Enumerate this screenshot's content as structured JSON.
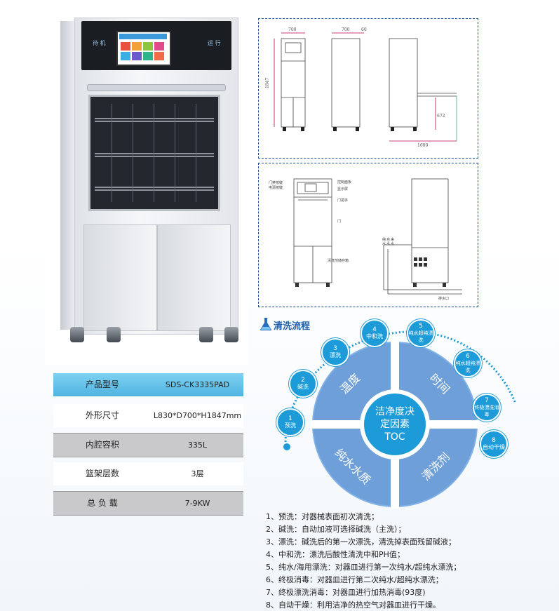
{
  "product": {
    "panel_left": "待 机",
    "panel_right": "运 行"
  },
  "specs": [
    {
      "label": "产品型号",
      "value": "SDS-CK3335PAD"
    },
    {
      "label": "外形尺寸",
      "value": "L830*D700*H1847mm"
    },
    {
      "label": "内腔容积",
      "value": "335L"
    },
    {
      "label": "篮架层数",
      "value": "3层"
    },
    {
      "label": "总 负 载",
      "value": "7-9KW"
    }
  ],
  "drawing1": {
    "dims": [
      "700",
      "700",
      "60",
      "1847",
      "672",
      "1600"
    ]
  },
  "drawing2": {
    "labels": [
      "门禁按键",
      "电源按键",
      "控制面板",
      "显示屏",
      "门把手",
      "门",
      "清洗剂储存箱",
      "排水口"
    ],
    "pipe_labels": [
      "纯",
      "自",
      "来",
      "水",
      "水",
      "水"
    ]
  },
  "process": {
    "title": "清洗流程",
    "center": "洁净度决定因素TOC",
    "center_line1": "洁净度决",
    "center_line2": "定因素",
    "center_line3": "TOC",
    "quadrants": [
      "温度",
      "时间",
      "纯水水质",
      "清洗剂"
    ],
    "steps": [
      {
        "n": "1",
        "label": "预洗"
      },
      {
        "n": "2",
        "label": "碱洗"
      },
      {
        "n": "3",
        "label": "漂洗"
      },
      {
        "n": "4",
        "label": "中和洗"
      },
      {
        "n": "5",
        "label": "纯水超纯漂洗"
      },
      {
        "n": "6",
        "label": "纯水超纯漂洗"
      },
      {
        "n": "7",
        "label": "终极漂洗消毒"
      },
      {
        "n": "8",
        "label": "自动干燥"
      }
    ],
    "colors": {
      "ring": "#7fb0e6",
      "quad": "#6f9fd8",
      "center": "#1d9bd8",
      "step": "#1d9bd8"
    },
    "descriptions": [
      "1、预洗：对器械表面初次清洗；",
      "2、碱洗：自动加液可选择碱洗（主洗）；",
      "3、漂洗：碱洗后的第一次漂洗，清洗掉表面残留碱液；",
      "4、中和洗：漂洗后酸性清洗中和PH值；",
      "5、纯水/海用漂洗：对器皿进行第一次纯水/超纯水漂洗；",
      "6、终极消毒：对器皿进行第二次纯水/超纯水漂洗；",
      "7、终极漂洗消毒：对器皿进行加热消毒(93度)",
      "8、自动干燥：利用洁净的热空气对器皿进行干燥。"
    ]
  }
}
